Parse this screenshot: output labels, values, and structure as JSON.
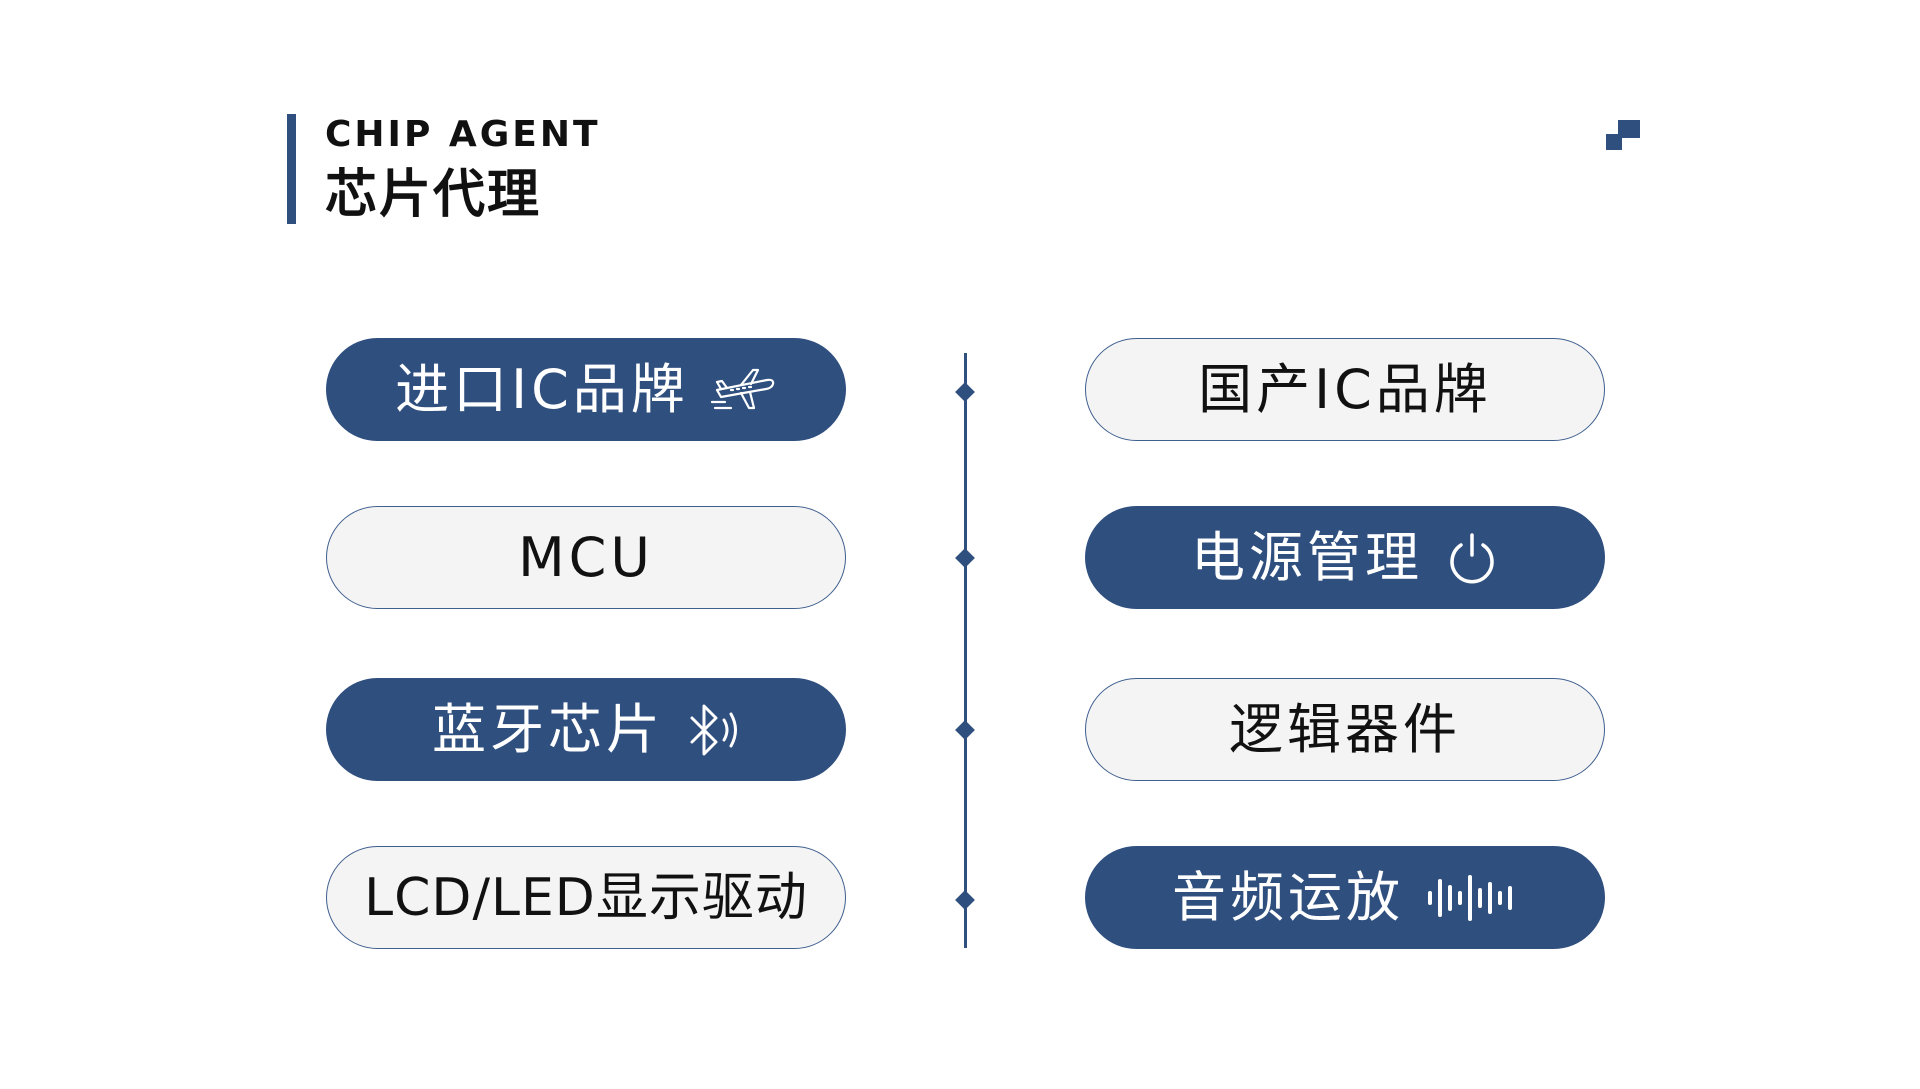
{
  "header": {
    "title_en": "CHIP AGENT",
    "title_cn": "芯片代理"
  },
  "colors": {
    "accent": "#2f4f7f",
    "pill_light_bg": "#f4f4f4",
    "text_dark": "#111111",
    "text_light": "#ffffff"
  },
  "left_items": [
    {
      "label": "进口IC品牌",
      "icon": "airplane-icon",
      "style": "dark"
    },
    {
      "label": "MCU",
      "icon": "",
      "style": "light"
    },
    {
      "label": "蓝牙芯片",
      "icon": "bluetooth-icon",
      "style": "dark"
    },
    {
      "label": "LCD/LED显示驱动",
      "icon": "",
      "style": "light"
    }
  ],
  "right_items": [
    {
      "label": "国产IC品牌",
      "icon": "",
      "style": "light"
    },
    {
      "label": "电源管理",
      "icon": "power-icon",
      "style": "dark"
    },
    {
      "label": "逻辑器件",
      "icon": "",
      "style": "light"
    },
    {
      "label": "音频运放",
      "icon": "audio-wave-icon",
      "style": "dark"
    }
  ]
}
